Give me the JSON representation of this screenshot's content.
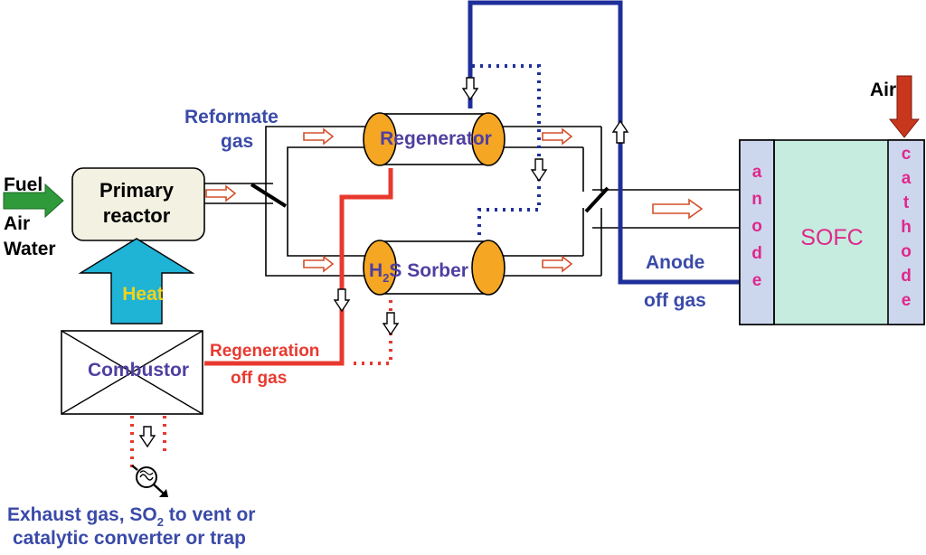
{
  "labels": {
    "fuel": "Fuel",
    "air_input": "Air",
    "water": "Water",
    "primary_reactor_line1": "Primary",
    "primary_reactor_line2": "reactor",
    "heat": "Heat",
    "combustor": "Combustor",
    "reformate_line1": "Reformate",
    "reformate_line2": "gas",
    "regenerator": "Regenerator",
    "sorber_h": "H",
    "sorber_sub": "2",
    "sorber_rest": "S Sorber",
    "regen_off_line1": "Regeneration",
    "regen_off_line2": "off gas",
    "anode_off_line1": "Anode",
    "anode_off_line2": "off gas",
    "air_cathode": "Air",
    "anode_letters": [
      "a",
      "n",
      "o",
      "d",
      "e"
    ],
    "cathode_letters": [
      "c",
      "a",
      "t",
      "h",
      "o",
      "d",
      "e"
    ],
    "sofc": "SOFC",
    "exhaust_line1_a": "Exhaust gas, SO",
    "exhaust_line1_sub": "2",
    "exhaust_line1_b": " to vent or",
    "exhaust_line2": "catalytic converter or trap"
  },
  "colors": {
    "anode_loop": "#1f2f9a",
    "regeneration_line": "#e8392f",
    "vessel_end": "#f5a623",
    "heat_arrow": "#1fb3d6",
    "fuel_arrow": "#2e9a3a",
    "air_arrow": "#c8361e",
    "sofc_core": "#c6ecdf",
    "electrode": "#ccd7ee",
    "reactor_fill": "#f3f1e2",
    "flow_arrow": "#d2502a"
  },
  "icons": [
    "exhaust-fan-icon"
  ]
}
